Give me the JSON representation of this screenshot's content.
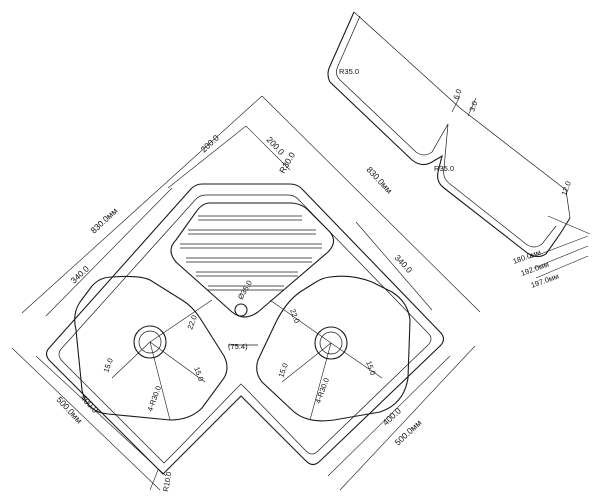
{
  "plan_view": {
    "overall_left": "830.0мм",
    "overall_right": "830.0мм",
    "side_left": "340.0",
    "side_right": "340.0",
    "top_left": "200.0",
    "top_right": "200.0",
    "top_radius": "R30.0",
    "drain_diameter": "Ø35.0",
    "inner_left": "22.0",
    "inner_right": "22.0",
    "center_gap": "(75.4)",
    "left_wall_1": "15.0",
    "left_wall_2": "15.0",
    "right_wall_1": "15.0",
    "right_wall_2": "15.0",
    "left_corner_radius": "4-R30.0",
    "right_corner_radius": "4-R30.0",
    "bowl_left": "400.0",
    "bowl_right": "400.0",
    "base_left": "500.0мм",
    "base_right": "500.0мм",
    "bottom_radius": "R10.0"
  },
  "section_view": {
    "radius_top": "R35.0",
    "radius_mid": "R35.0",
    "flange_1": "6.0",
    "flange_2": "3.0",
    "lip": "12.0",
    "depth_1": "180.0мм",
    "depth_2": "192.0мм",
    "depth_3": "197.0мм"
  }
}
